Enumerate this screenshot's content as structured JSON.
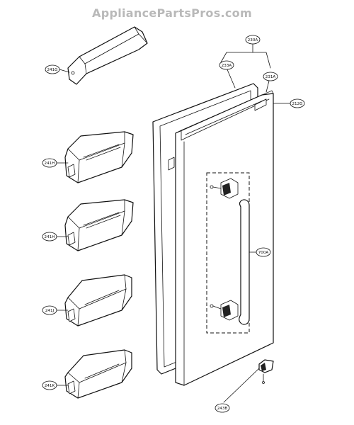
{
  "watermark": "AppliancePartsPros.com",
  "callouts": {
    "c241G": "241G",
    "c230A": "230A",
    "c233A": "233A",
    "c231A": "231A",
    "c212G": "212G",
    "c241H_top": "241H",
    "c241H_mid": "241H",
    "c241J": "241J",
    "c241K": "241K",
    "c700A": "700A",
    "c243B": "243B"
  }
}
